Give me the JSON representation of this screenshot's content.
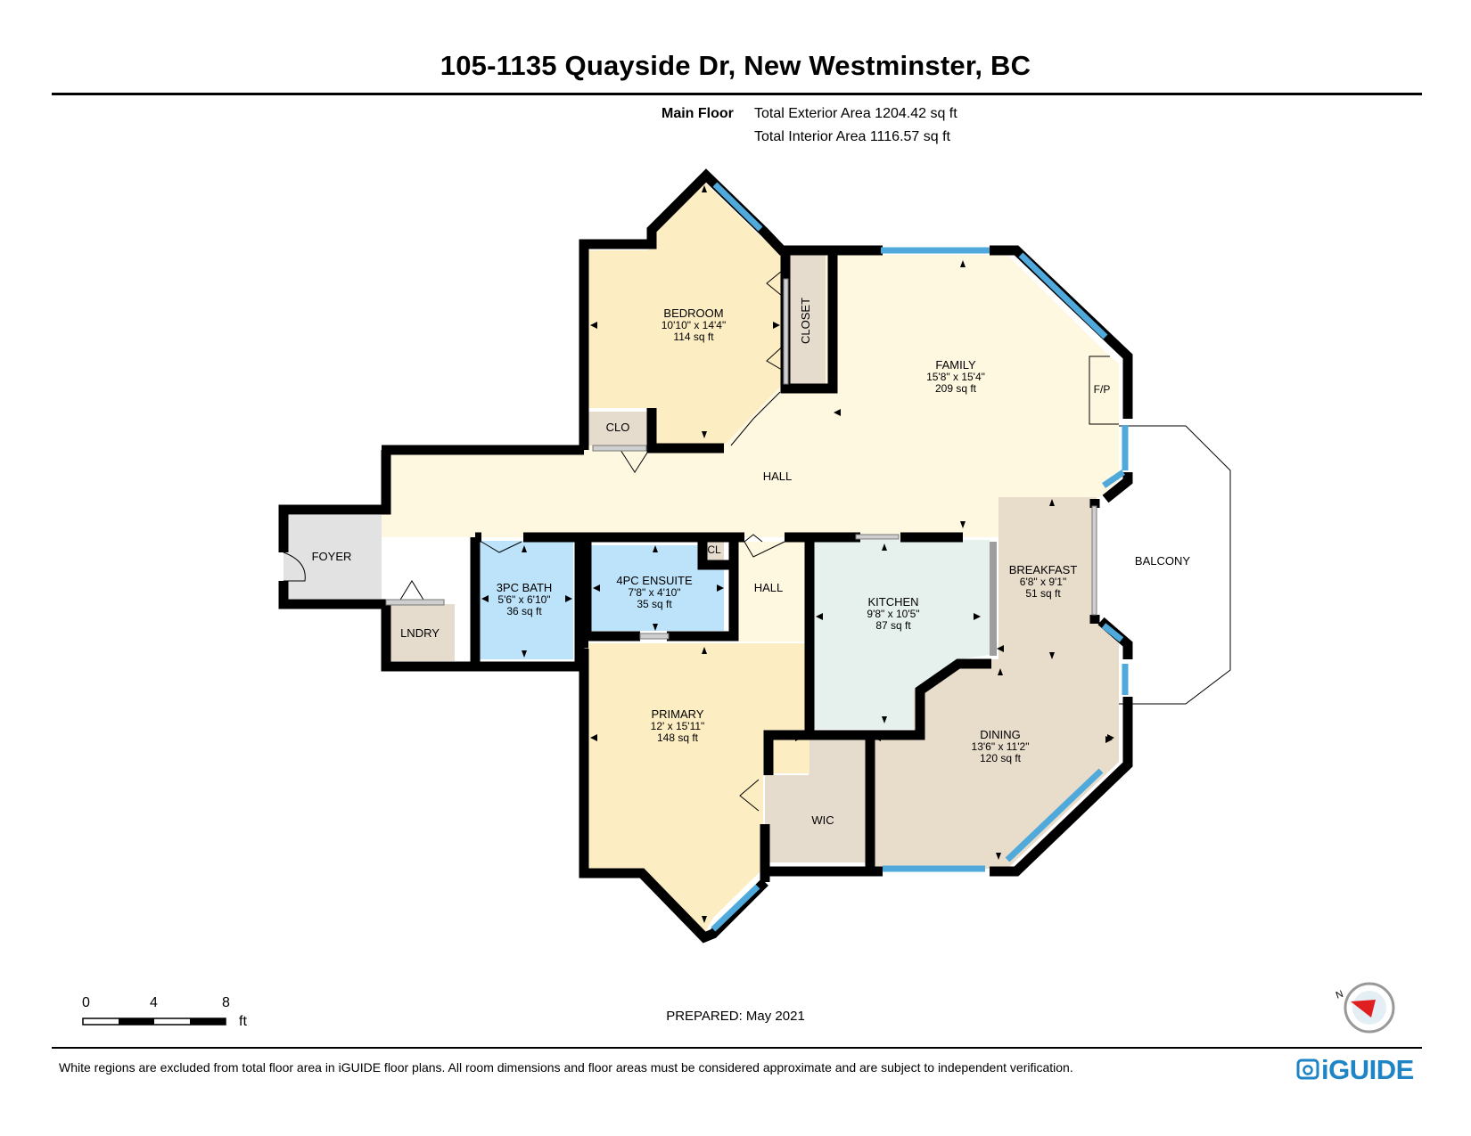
{
  "header": {
    "title": "105-1135 Quayside Dr, New Westminster, BC",
    "floor_label": "Main Floor",
    "exterior_area": "Total Exterior Area 1204.42 sq ft",
    "interior_area": "Total Interior Area 1116.57 sq ft"
  },
  "rooms": {
    "bedroom": {
      "name": "BEDROOM",
      "dims": "10'10\" x 14'4\"",
      "area": "114 sq ft"
    },
    "closet": {
      "name": "CLOSET"
    },
    "family": {
      "name": "FAMILY",
      "dims": "15'8\" x 15'4\"",
      "area": "209 sq ft"
    },
    "fp": {
      "name": "F/P"
    },
    "clo": {
      "name": "CLO"
    },
    "hall": {
      "name": "HALL"
    },
    "foyer": {
      "name": "FOYER"
    },
    "lndry": {
      "name": "LNDRY"
    },
    "bath3pc": {
      "name": "3PC BATH",
      "dims": "5'6\" x 6'10\"",
      "area": "36 sq ft"
    },
    "ensuite4pc": {
      "name": "4PC ENSUITE",
      "dims": "7'8\" x 4'10\"",
      "area": "35 sq ft"
    },
    "cl": {
      "name": "CL"
    },
    "hall2": {
      "name": "HALL"
    },
    "kitchen": {
      "name": "KITCHEN",
      "dims": "9'8\" x 10'5\"",
      "area": "87 sq ft"
    },
    "breakfast": {
      "name": "BREAKFAST",
      "dims": "6'8\" x 9'1\"",
      "area": "51 sq ft"
    },
    "balcony": {
      "name": "BALCONY"
    },
    "primary": {
      "name": "PRIMARY",
      "dims": "12' x 15'11\"",
      "area": "148 sq ft"
    },
    "wic": {
      "name": "WIC"
    },
    "dining": {
      "name": "DINING",
      "dims": "13'6\" x 11'2\"",
      "area": "120 sq ft"
    }
  },
  "scale": {
    "ticks": [
      "0",
      "4",
      "8"
    ],
    "unit": "ft"
  },
  "footer": {
    "prepared": "PREPARED: May 2021",
    "disclaimer": "White regions are excluded from total floor area in iGUIDE floor plans. All room dimensions and floor areas must be considered approximate and are subject to independent verification.",
    "brand": "iGUIDE",
    "compass_letter": "N"
  },
  "colors": {
    "bedroom_fill": "#fdedc3",
    "family_fill": "#fff8e1",
    "bath_fill": "#bde3fa",
    "kitchen_fill": "#e6f0ec",
    "dining_fill": "#e8dccb",
    "storage_fill": "#e5dccd",
    "foyer_fill": "#e2e2e2",
    "wall": "#000000",
    "window": "#4fa9da",
    "brand": "#1f85c4",
    "compass_needle": "#e02020"
  }
}
